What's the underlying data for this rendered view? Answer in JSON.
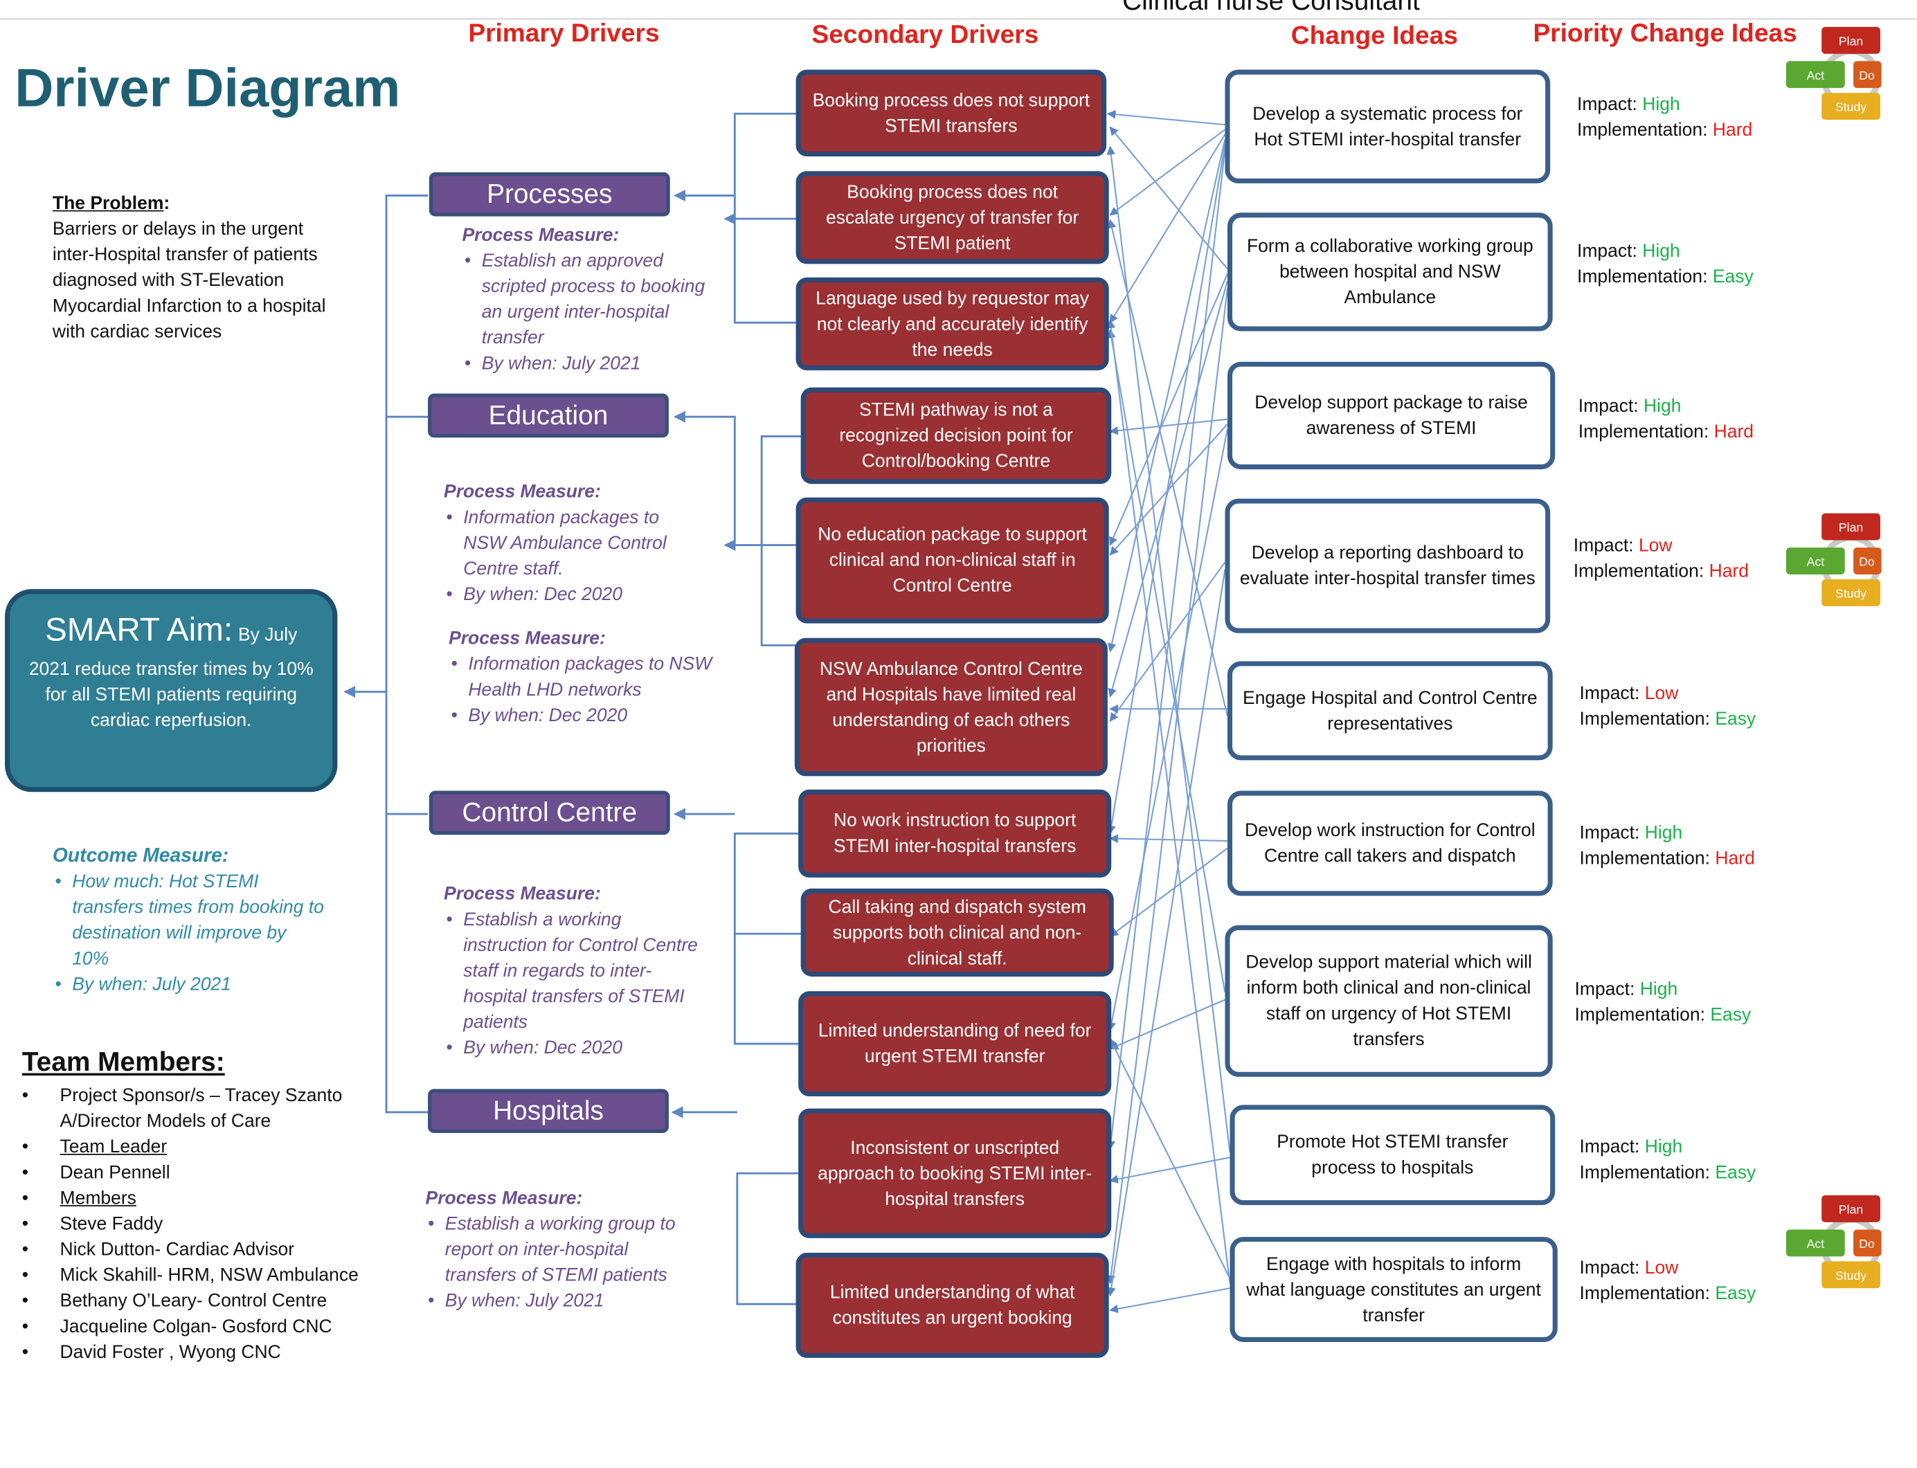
{
  "header_partial_text": "Clinical nurse Consultant",
  "column_headers": [
    "Primary Drivers",
    "Secondary  Drivers",
    "Change Ideas",
    "Priority Change Ideas"
  ],
  "title": "Driver Diagram",
  "problem": {
    "heading": "The Problem",
    "text": "Barriers or delays in the urgent inter-Hospital transfer of patients diagnosed with ST-Elevation Myocardial Infarction to a hospital with cardiac services"
  },
  "smart_aim": {
    "heading": "SMART Aim:",
    "by": "By July",
    "text": "2021 reduce transfer times by 10% for all STEMI patients requiring cardiac reperfusion."
  },
  "outcome_measure": {
    "heading": "Outcome Measure:",
    "items": [
      "How much: Hot STEMI transfers times from booking to destination will improve by 10%",
      "By when:  July 2021"
    ]
  },
  "team": {
    "heading": "Team Members:",
    "members": [
      "Project Sponsor/s – Tracey Szanto A/Director Models of Care",
      "Team Leader",
      "Dean Pennell",
      "Members",
      "Steve Faddy",
      "Nick Dutton- Cardiac Advisor",
      "Mick Skahill- HRM, NSW Ambulance",
      "Bethany O’Leary- Control Centre",
      "Jacqueline Colgan- Gosford CNC",
      "David Foster , Wyong CNC"
    ]
  },
  "primary_drivers": [
    "Processes",
    "Education",
    "Control Centre",
    "Hospitals"
  ],
  "process_measures": [
    {
      "heading": "Process Measure:",
      "items": [
        "Establish an approved scripted process to booking an urgent inter-hospital transfer",
        "By when:  July 2021"
      ]
    },
    {
      "heading": "Process Measure:",
      "items": [
        "Information packages to NSW Ambulance Control Centre staff.",
        "By when:   Dec 2020"
      ]
    },
    {
      "heading": "Process Measure:",
      "items": [
        "Information packages to NSW Health LHD networks",
        "By when:   Dec 2020"
      ]
    },
    {
      "heading": "Process Measure:",
      "items": [
        "Establish a working instruction for Control Centre staff in regards to inter-hospital transfers of STEMI patients",
        "By when:   Dec 2020"
      ]
    },
    {
      "heading": "Process Measure:",
      "items": [
        "Establish a working group to report on inter-hospital transfers of STEMI patients",
        "By when:   July 2021"
      ]
    }
  ],
  "secondary_drivers": [
    "Booking process does not support STEMI transfers",
    "Booking process does not escalate urgency of transfer for STEMI patient",
    "Language used by requestor may not clearly and accurately identify the needs",
    "STEMI pathway is not a recognized decision point for Control/booking Centre",
    "No education package to support clinical and non-clinical staff in Control Centre",
    "NSW Ambulance Control Centre and Hospitals have limited real understanding of each others priorities",
    "No work instruction to support STEMI inter-hospital transfers",
    "Call taking and dispatch system supports both clinical and non-clinical staff.",
    "Limited understanding of need for urgent STEMI transfer",
    "Inconsistent or unscripted approach to booking STEMI inter-hospital transfers",
    "Limited understanding of what constitutes an urgent booking"
  ],
  "change_ideas": [
    "Develop a systematic process for Hot STEMI inter-hospital transfer",
    "Form a collaborative working group between hospital and NSW Ambulance",
    "Develop support package to raise awareness of STEMI",
    "Develop a reporting dashboard to evaluate inter-hospital transfer times",
    "Engage Hospital and Control Centre representatives",
    "Develop work instruction for Control Centre call takers and dispatch",
    "Develop support material which will inform both clinical and non-clinical staff on urgency of Hot STEMI transfers",
    "Promote Hot STEMI transfer process to hospitals",
    "Engage with hospitals to inform what language constitutes an urgent transfer"
  ],
  "priority_labels": {
    "impact": "Impact:",
    "implementation": "Implementation:"
  },
  "priorities": [
    {
      "impact": "High",
      "implementation": "Hard"
    },
    {
      "impact": "High",
      "implementation": "Easy"
    },
    {
      "impact": "High",
      "implementation": "Hard"
    },
    {
      "impact": "Low",
      "implementation": "Hard"
    },
    {
      "impact": "Low",
      "implementation": "Easy"
    },
    {
      "impact": "High",
      "implementation": "Hard"
    },
    {
      "impact": "High",
      "implementation": "Easy"
    },
    {
      "impact": "High",
      "implementation": "Easy"
    },
    {
      "impact": "Low",
      "implementation": "Easy"
    }
  ],
  "pdsa_labels": {
    "plan": "Plan",
    "do": "Do",
    "study": "Study",
    "act": "Act"
  },
  "colors": {
    "title": "#1f5f73",
    "header_red": "#e0231d",
    "primary_driver_fill": "#6b4f8f",
    "secondary_driver_fill": "#9a3033",
    "box_border": "#2d4a78",
    "smart_aim_fill": "#2f7e93",
    "connector": "#5b86c2",
    "good": "#19b24b",
    "bad": "#e0231d"
  }
}
